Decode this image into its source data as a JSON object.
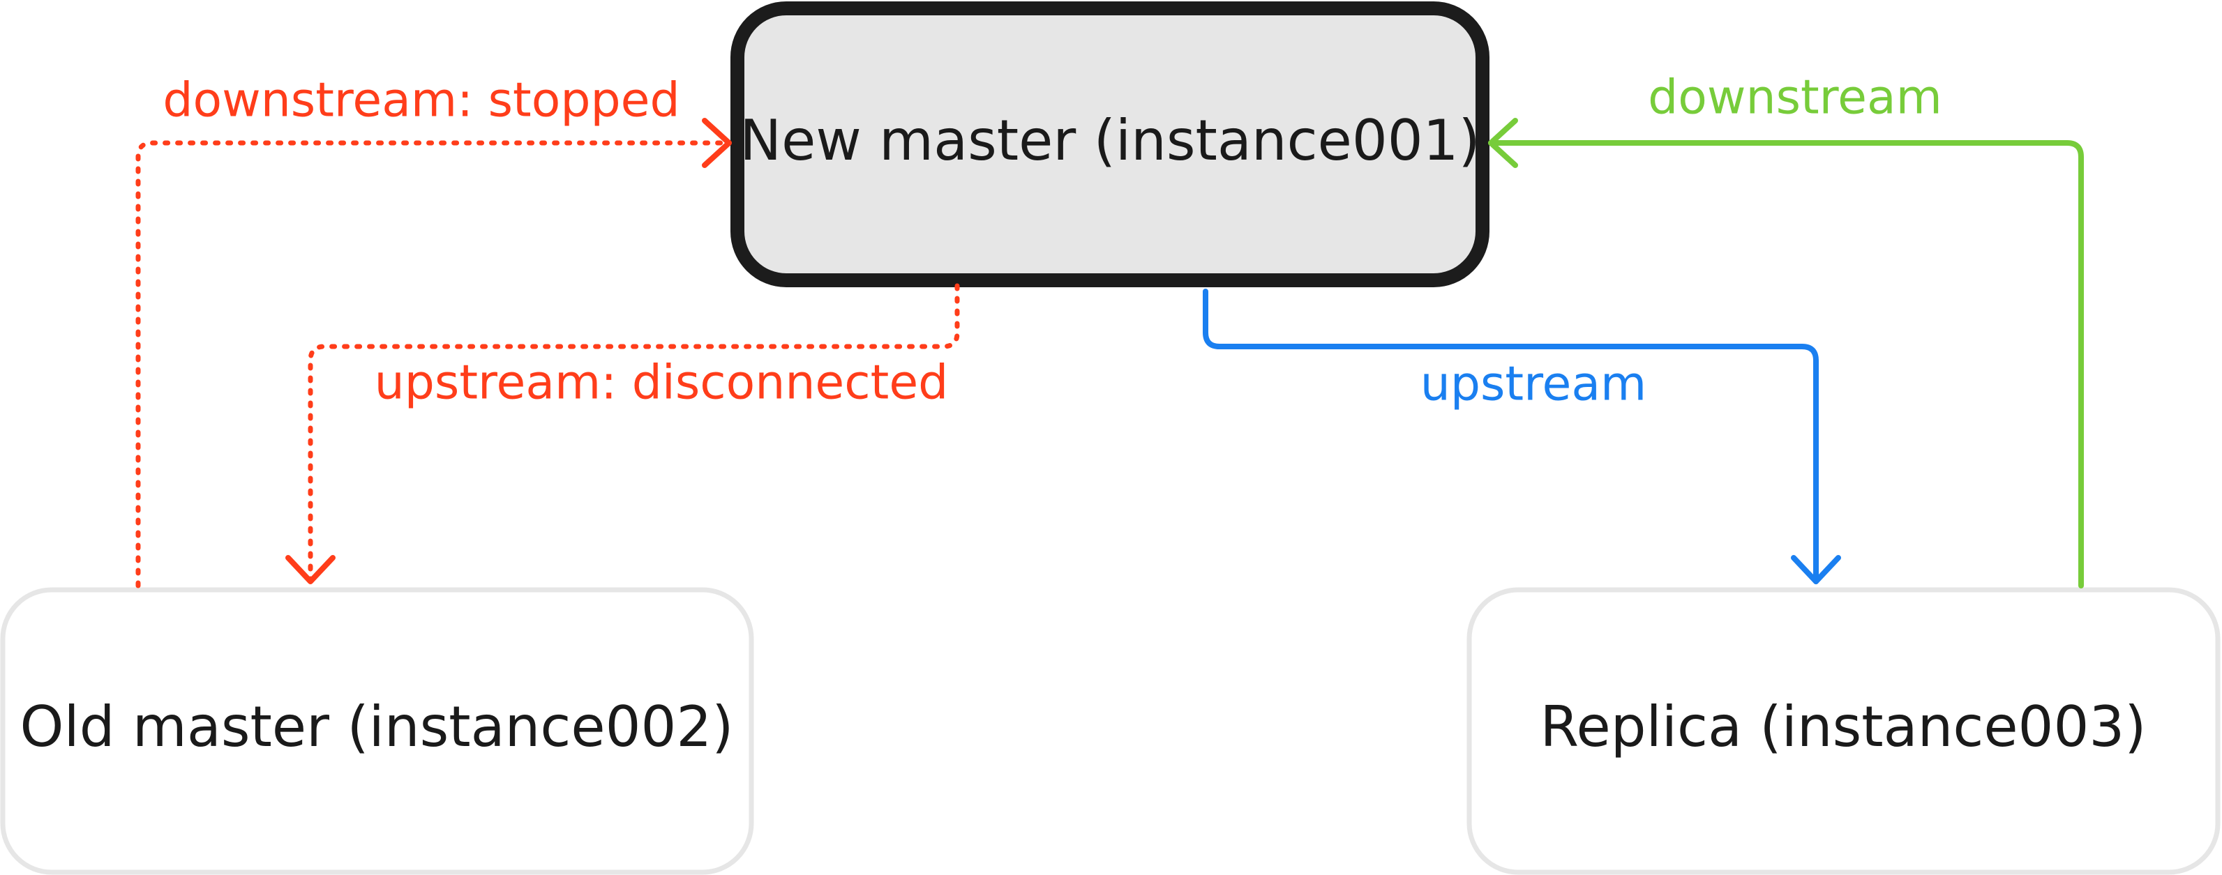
{
  "nodes": {
    "new_master": {
      "label": "New master (instance001)"
    },
    "old_master": {
      "label": "Old master (instance002)"
    },
    "replica": {
      "label": "Replica (instance003)"
    }
  },
  "edges": {
    "downstream_stopped": {
      "label": "downstream: stopped",
      "color": "#FF3D1A",
      "style": "dotted"
    },
    "upstream_disconnected": {
      "label": "upstream: disconnected",
      "color": "#FF3D1A",
      "style": "dotted"
    },
    "upstream": {
      "label": "upstream",
      "color": "#1A7FF0",
      "style": "solid"
    },
    "downstream": {
      "label": "downstream",
      "color": "#77CC3A",
      "style": "solid"
    }
  }
}
